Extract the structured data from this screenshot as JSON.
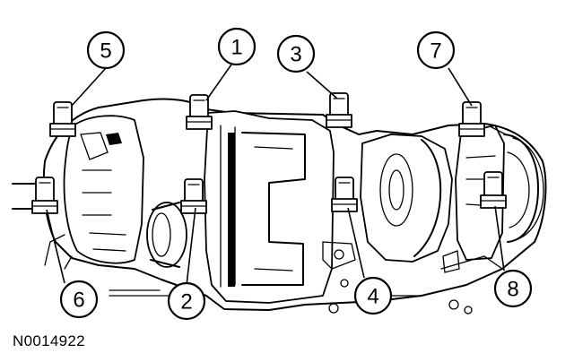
{
  "diagram": {
    "figure_id": "N0014922",
    "callouts": [
      {
        "id": "1",
        "label": "1"
      },
      {
        "id": "2",
        "label": "2"
      },
      {
        "id": "3",
        "label": "3"
      },
      {
        "id": "4",
        "label": "4"
      },
      {
        "id": "5",
        "label": "5"
      },
      {
        "id": "6",
        "label": "6"
      },
      {
        "id": "7",
        "label": "7"
      },
      {
        "id": "8",
        "label": "8"
      }
    ]
  }
}
